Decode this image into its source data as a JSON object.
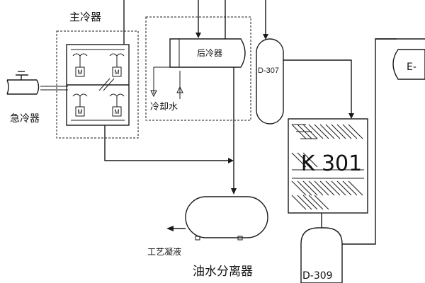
{
  "labels": {
    "main_cooler": "主冷器",
    "quench_cooler": "急冷器",
    "after_cooler": "后冷器",
    "cooling_water": "冷却水",
    "d307": "D-307",
    "k301": "K 301",
    "d309": "D-309",
    "oil_water_separator": "油水分离器",
    "process_condensate": "工艺凝液",
    "e_partial": "E-"
  },
  "motor_label": "M"
}
